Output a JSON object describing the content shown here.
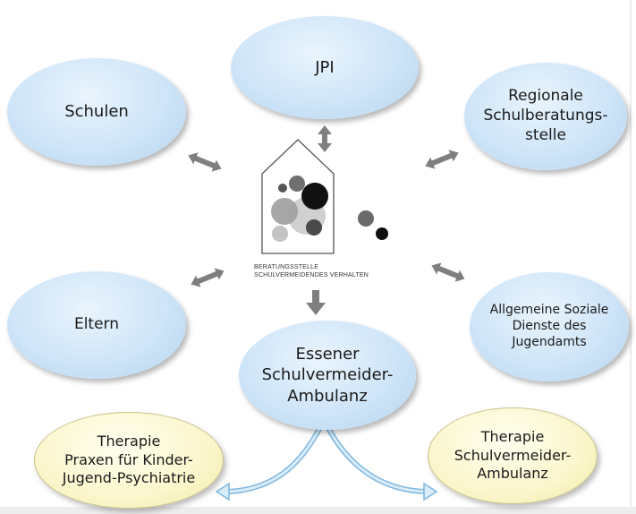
{
  "nodes": {
    "jpi": "JPI",
    "schulen": "Schulen",
    "regionale": "Regionale\nSchulberatungs-\nstelle",
    "eltern": "Eltern",
    "asd": "Allgemeine Soziale\nDienste des\nJugendamts",
    "ambulanz": "Essener\nSchulvermeider-\nAmbulanz",
    "therapie_left": "Therapie\nPraxen für Kinder-\nJugend-Psychiatrie",
    "therapie_right": "Therapie\nSchulvermeider-\nAmbulanz"
  },
  "logo": {
    "line1": "BERATUNGSSTELLE",
    "line2": "SCHULVERMEIDENDES VERHALTEN"
  },
  "colors": {
    "ellipse_blue": "#cfe5f8",
    "ellipse_yellow": "#fbf6cc",
    "arrow_gray": "#7f7f7f",
    "connector_blue": "#a9d3f0"
  }
}
